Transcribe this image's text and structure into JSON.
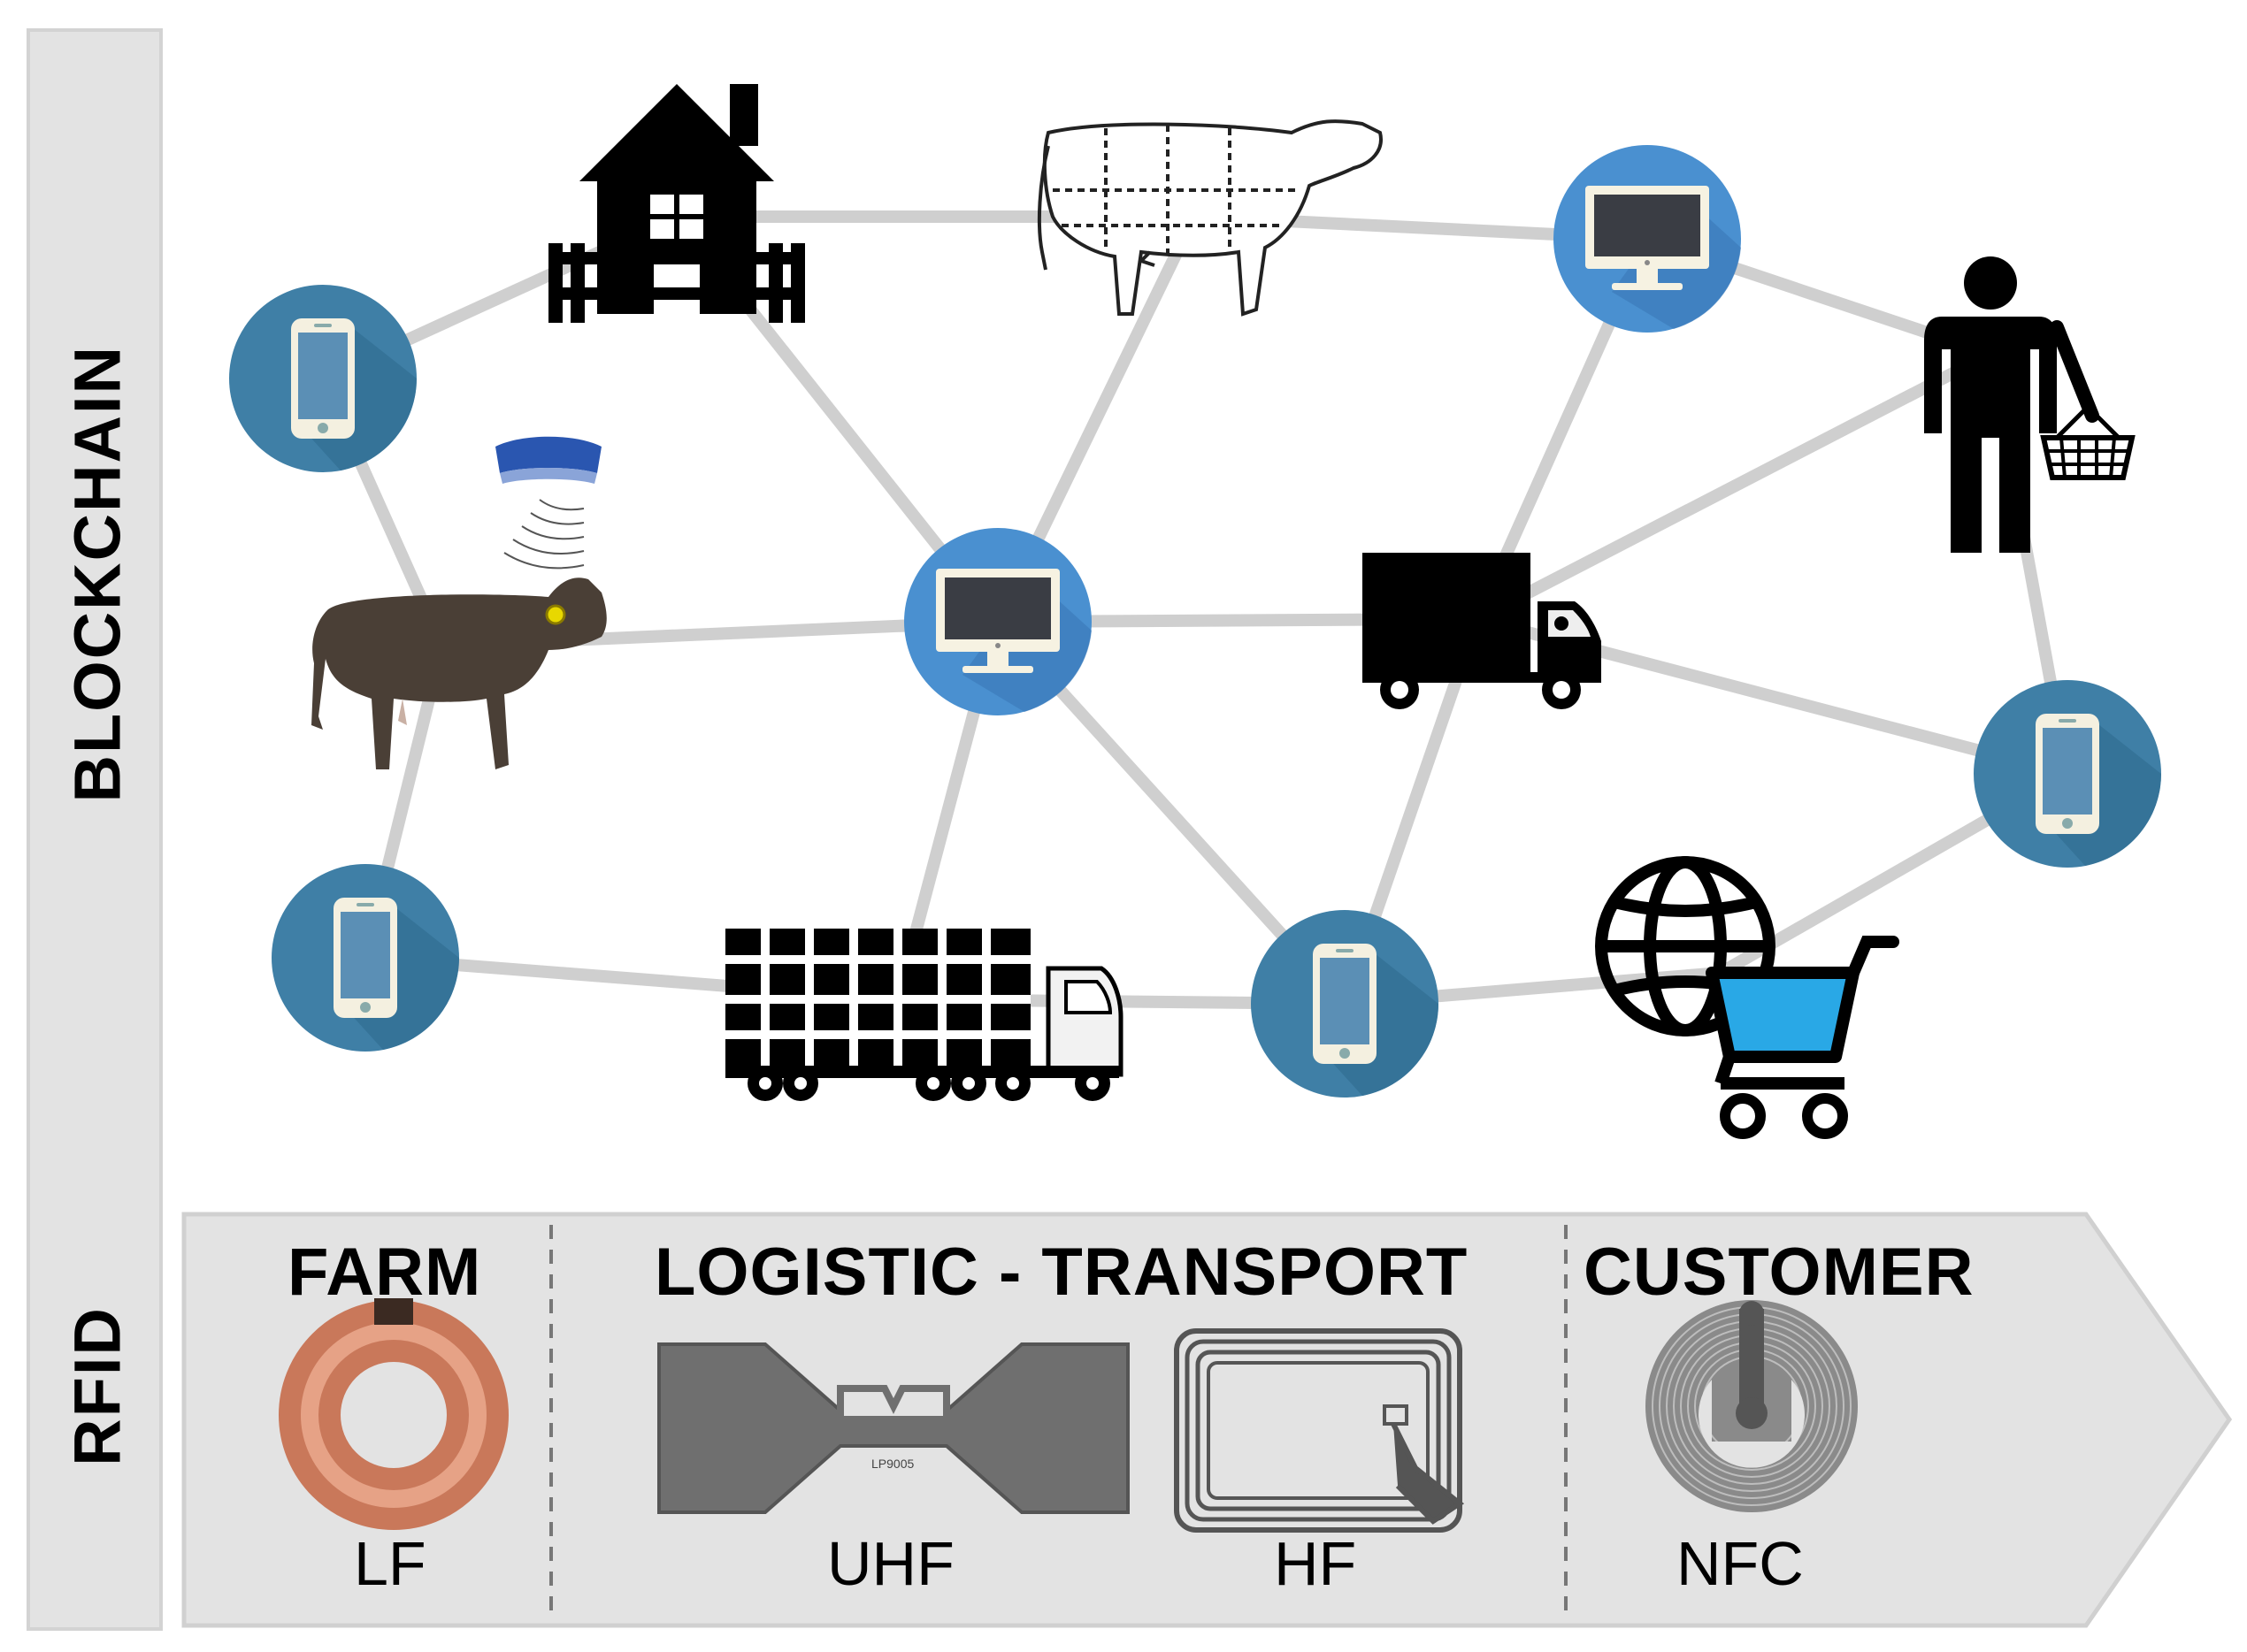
{
  "side_labels": {
    "top": "BLOCKCHAIN",
    "bottom": "RFID"
  },
  "stages": [
    {
      "title": "FARM",
      "tag_label": "LF"
    },
    {
      "title": "LOGISTIC - TRANSPORT",
      "tag_labels": [
        "UHF",
        "HF"
      ]
    },
    {
      "title": "CUSTOMER",
      "tag_label": "NFC"
    }
  ],
  "chip_marking": "LP9005",
  "colors": {
    "panel_fill": "#e3e3e3",
    "panel_stroke": "#d0d0d0",
    "edge": "#cfcfcf",
    "phone_node": "#3f7fa6",
    "computer_node": "#4a90d0",
    "cart_basket": "#29a8e6",
    "reader_blue": "#2a56b0",
    "cattle_brown": "#4a3f36"
  },
  "network": {
    "nodes": [
      {
        "id": "phone-1",
        "type": "smartphone",
        "icon": "smartphone-icon"
      },
      {
        "id": "farm-house",
        "type": "house",
        "icon": "farm-house-icon"
      },
      {
        "id": "beef-cuts",
        "type": "cow-outline",
        "icon": "beef-cuts-cow-icon"
      },
      {
        "id": "computer-1",
        "type": "computer",
        "icon": "computer-icon"
      },
      {
        "id": "shopper",
        "type": "person",
        "icon": "shopper-with-basket-icon"
      },
      {
        "id": "tagged-cow",
        "type": "cow",
        "icon": "tagged-cow-icon"
      },
      {
        "id": "computer-hub",
        "type": "computer",
        "icon": "computer-icon"
      },
      {
        "id": "delivery-truck",
        "type": "truck",
        "icon": "delivery-truck-icon"
      },
      {
        "id": "phone-2",
        "type": "smartphone",
        "icon": "smartphone-icon"
      },
      {
        "id": "phone-3",
        "type": "smartphone",
        "icon": "smartphone-icon"
      },
      {
        "id": "livestock-truck",
        "type": "truck",
        "icon": "livestock-truck-icon"
      },
      {
        "id": "phone-4",
        "type": "smartphone",
        "icon": "smartphone-icon"
      },
      {
        "id": "online-shop",
        "type": "ecommerce",
        "icon": "online-shop-cart-icon"
      }
    ],
    "edges": [
      [
        "phone-1",
        "farm-house"
      ],
      [
        "farm-house",
        "beef-cuts"
      ],
      [
        "beef-cuts",
        "computer-1"
      ],
      [
        "computer-1",
        "shopper"
      ],
      [
        "phone-1",
        "tagged-cow"
      ],
      [
        "farm-house",
        "computer-hub"
      ],
      [
        "beef-cuts",
        "computer-hub"
      ],
      [
        "computer-1",
        "delivery-truck"
      ],
      [
        "shopper",
        "delivery-truck"
      ],
      [
        "shopper",
        "phone-2"
      ],
      [
        "tagged-cow",
        "computer-hub"
      ],
      [
        "computer-hub",
        "delivery-truck"
      ],
      [
        "delivery-truck",
        "phone-2"
      ],
      [
        "tagged-cow",
        "phone-3"
      ],
      [
        "computer-hub",
        "livestock-truck"
      ],
      [
        "computer-hub",
        "phone-4"
      ],
      [
        "delivery-truck",
        "phone-4"
      ],
      [
        "phone-3",
        "livestock-truck"
      ],
      [
        "livestock-truck",
        "phone-4"
      ],
      [
        "phone-4",
        "online-shop"
      ],
      [
        "online-shop",
        "phone-2"
      ]
    ]
  }
}
